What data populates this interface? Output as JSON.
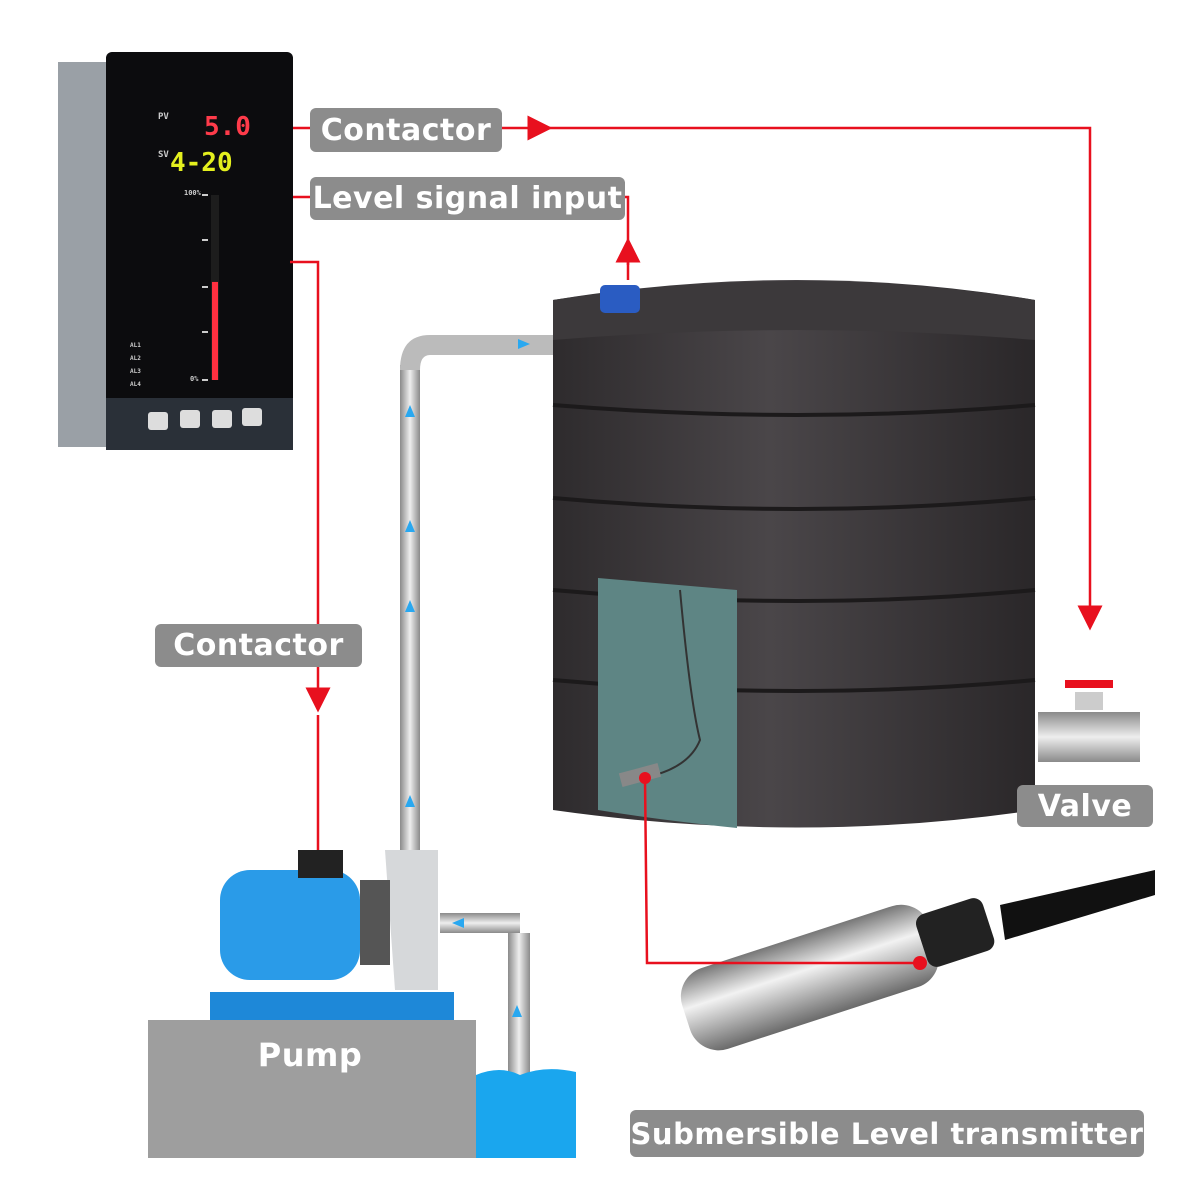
{
  "labels": {
    "contactor_top": "Contactor",
    "level_signal": "Level signal input",
    "contactor_left": "Contactor",
    "valve": "Valve",
    "pump": "Pump",
    "transmitter": "Submersible Level transmitter"
  },
  "controller": {
    "pv_label": "PV",
    "pv_value": "5.0",
    "sv_label": "SV",
    "sv_value": "4-20",
    "scale_top": "100%",
    "scale_bottom": "0%",
    "alarms": [
      "AL1",
      "AL2",
      "AL3",
      "AL4"
    ],
    "bar_level_percent": 53,
    "buttons": [
      "refresh-icon",
      "left-arrow-icon",
      "down-arrow-icon",
      "up-arrow-icon"
    ]
  },
  "colors": {
    "signal_line": "#e8101e",
    "label_bg": "#8c8c8c",
    "flow_arrow": "#29a8f0",
    "pv": "#ff3b4a",
    "sv": "#e4f01e"
  }
}
